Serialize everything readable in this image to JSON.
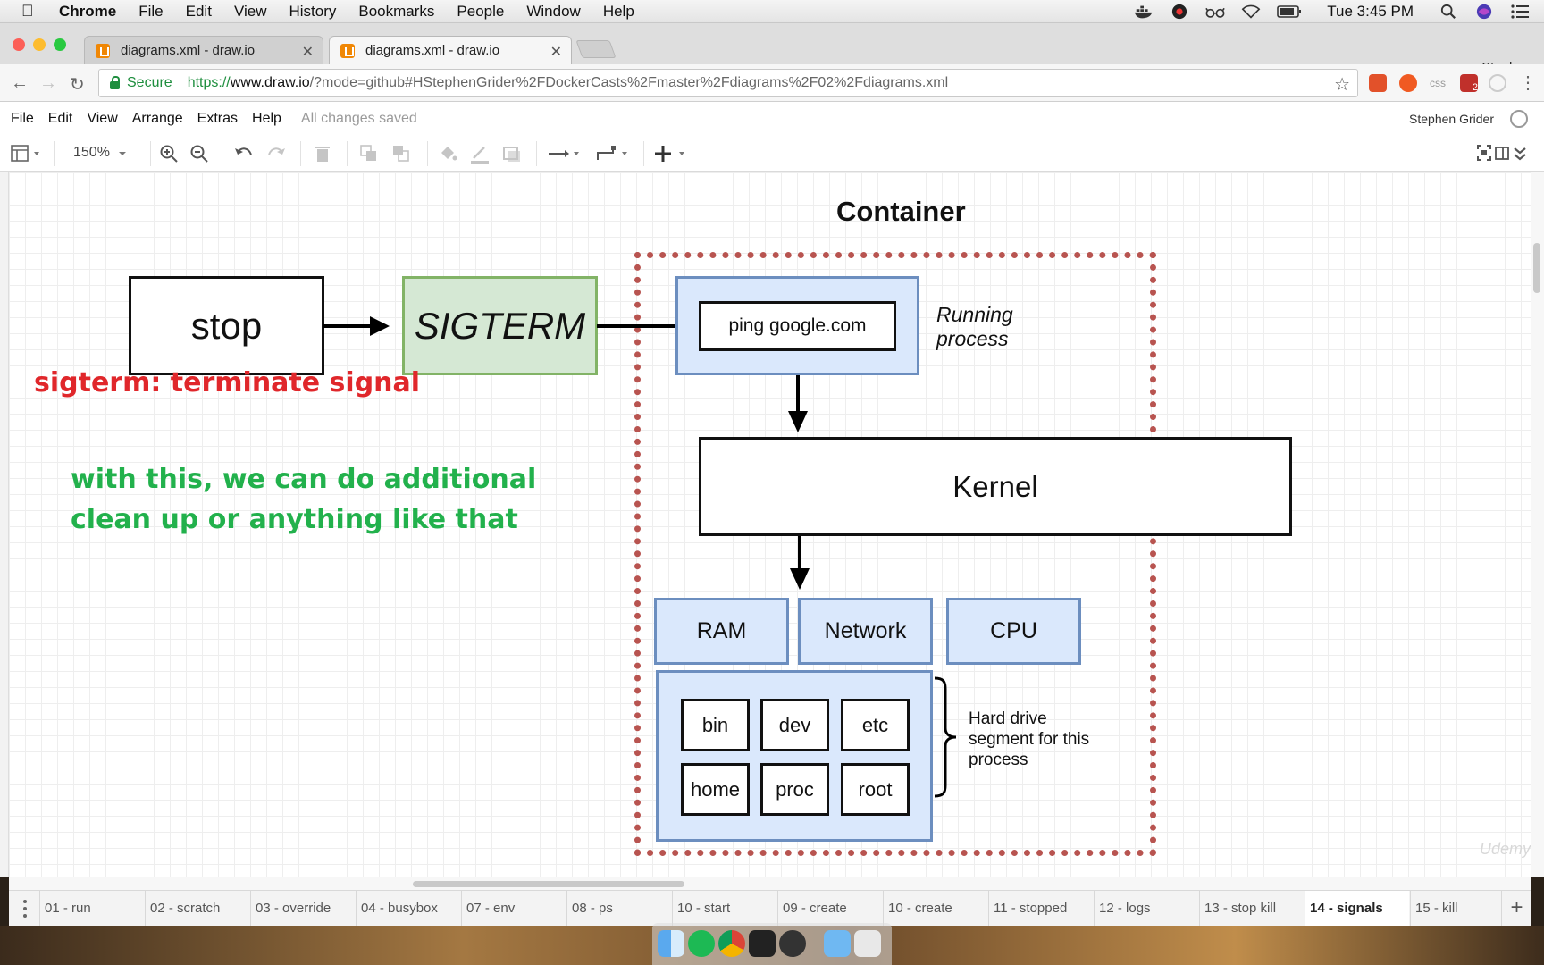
{
  "menubar": {
    "app": "Chrome",
    "items": [
      "File",
      "Edit",
      "View",
      "History",
      "Bookmarks",
      "People",
      "Window",
      "Help"
    ],
    "clock": "Tue 3:45 PM"
  },
  "browser": {
    "tabs": [
      {
        "title": "diagrams.xml - draw.io"
      },
      {
        "title": "diagrams.xml - draw.io"
      }
    ],
    "profile": "Stephen",
    "secure_label": "Secure",
    "url_scheme": "https://",
    "url_host": "www.draw.io",
    "url_path": "/?mode=github#HStephenGrider%2FDockerCasts%2Fmaster%2Fdiagrams%2F02%2Fdiagrams.xml",
    "ext_badge": "2",
    "ext_css": "css"
  },
  "drawio": {
    "menu": [
      "File",
      "Edit",
      "View",
      "Arrange",
      "Extras",
      "Help"
    ],
    "saved_status": "All changes saved",
    "user": "Stephen Grider",
    "zoom": "150%"
  },
  "diagram": {
    "container_title": "Container",
    "stop": "stop",
    "sigterm": "SIGTERM",
    "process": "ping google.com",
    "running_process_line1": "Running",
    "running_process_line2": "process",
    "kernel": "Kernel",
    "ram": "RAM",
    "network": "Network",
    "cpu": "CPU",
    "folders": [
      "bin",
      "dev",
      "etc",
      "home",
      "proc",
      "root"
    ],
    "hd_line1": "Hard drive",
    "hd_line2": "segment for this",
    "hd_line3": "process",
    "note_red": "sigterm: terminate signal",
    "note_green_line1": "with this, we can do additional",
    "note_green_line2": "clean up or anything like that",
    "watermark": "Udemy"
  },
  "pages": [
    "01 - run",
    "02 - scratch",
    "03 - override",
    "04 - busybox",
    "07 - env",
    "08 - ps",
    "10 - start",
    "09 - create",
    "10 - create",
    "11 - stopped",
    "12 - logs",
    "13 - stop kill",
    "14 - signals",
    "15 - kill"
  ],
  "colors": {
    "accent_red": "#e0272b",
    "accent_green": "#22b14c",
    "container_border": "#b85450",
    "blue_fill": "#dae8fc",
    "green_fill": "#d5e8d4"
  }
}
